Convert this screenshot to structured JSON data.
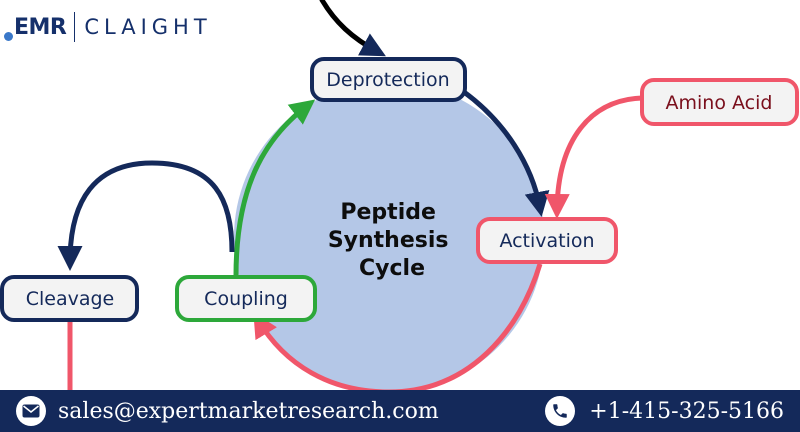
{
  "brand": {
    "logo_left": "EMR",
    "logo_right": "CLAIGHT"
  },
  "diagram": {
    "center_label_lines": [
      "Peptide",
      "Synthesis",
      "Cycle"
    ],
    "nodes": {
      "deprotection": "Deprotection",
      "activation": "Activation",
      "amino_acid": "Amino Acid",
      "coupling": "Coupling",
      "cleavage": "Cleavage"
    },
    "colors": {
      "circle_fill": "#b4c7e7",
      "navy": "#14295a",
      "red": "#f0566a",
      "green": "#2da83a",
      "node_fill": "#f3f3f3"
    }
  },
  "footer": {
    "email": "sales@expertmarketresearch.com",
    "phone": "+1-415-325-5166",
    "email_icon": "envelope-icon",
    "phone_icon": "phone-icon"
  }
}
